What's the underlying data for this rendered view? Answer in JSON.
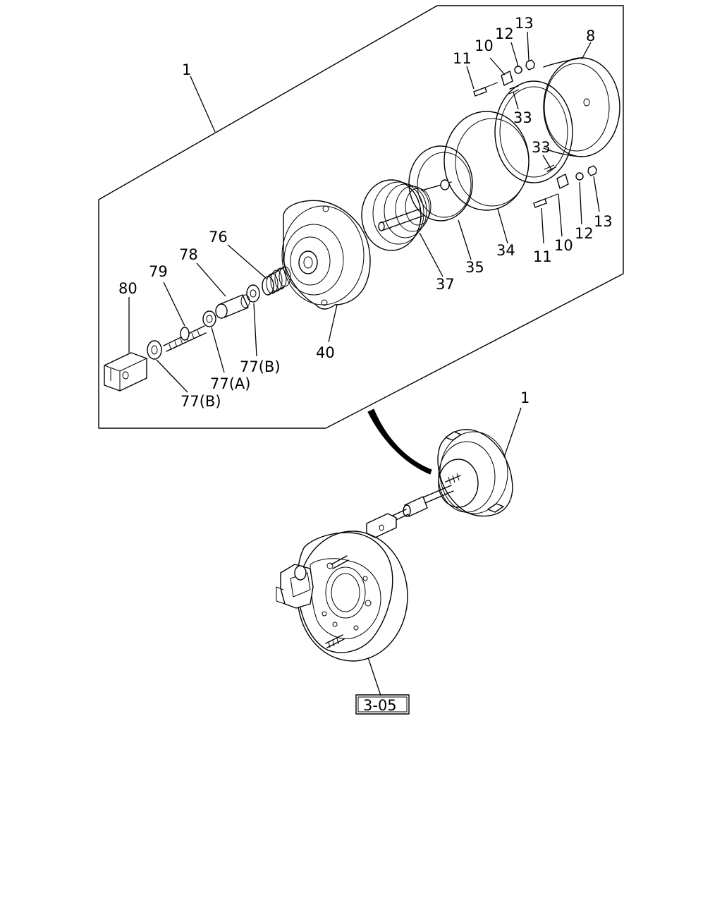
{
  "diagram": {
    "callouts": {
      "c1_top": "1",
      "c1_bottom": "1",
      "c8": "8",
      "c10a": "10",
      "c10b": "10",
      "c11a": "11",
      "c11b": "11",
      "c12a": "12",
      "c12b": "12",
      "c13a": "13",
      "c13b": "13",
      "c33a": "33",
      "c33b": "33",
      "c34": "34",
      "c35": "35",
      "c37": "37",
      "c40": "40",
      "c76": "76",
      "c77a": "77(A)",
      "c77b1": "77(B)",
      "c77b2": "77(B)",
      "c78": "78",
      "c79": "79",
      "c80": "80"
    },
    "reference_box": "3-05"
  }
}
